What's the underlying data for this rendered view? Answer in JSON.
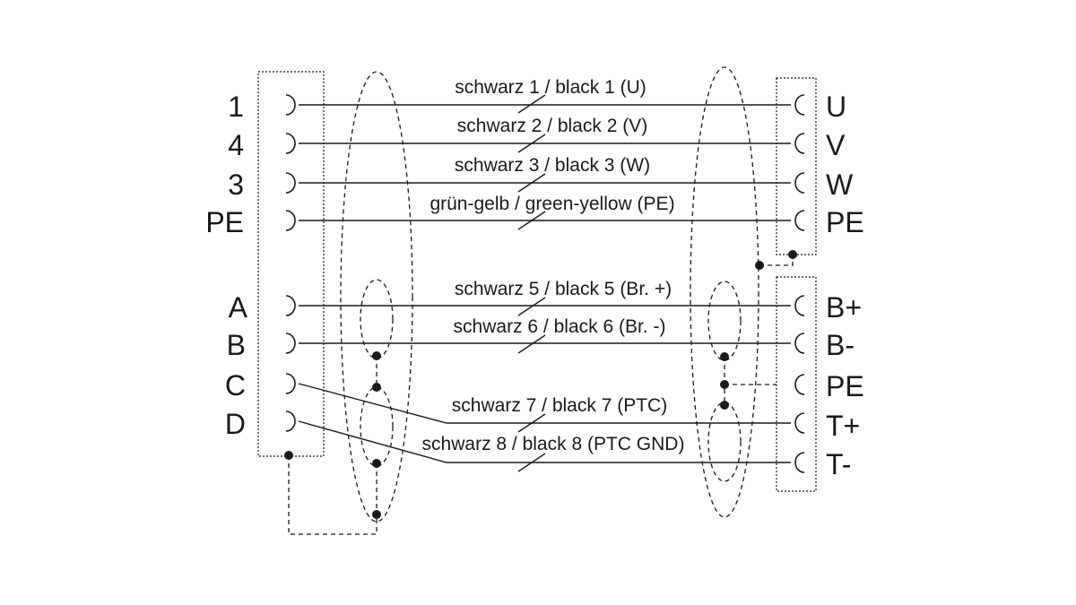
{
  "left_pins": [
    "1",
    "4",
    "3",
    "PE",
    "A",
    "B",
    "C",
    "D"
  ],
  "right_pins": [
    "U",
    "V",
    "W",
    "PE",
    "B+",
    "B-",
    "PE",
    "T+",
    "T-"
  ],
  "wires": [
    "schwarz 1 / black 1 (U)",
    "schwarz 2  / black 2 (V)",
    "schwarz 3 / black 3 (W)",
    "grün-gelb / green-yellow (PE)",
    "schwarz 5 / black 5 (Br. +)",
    "schwarz 6 / black 6 (Br. -)",
    "schwarz 7 / black 7 (PTC)",
    "schwarz 8 / black 8 (PTC GND)"
  ]
}
